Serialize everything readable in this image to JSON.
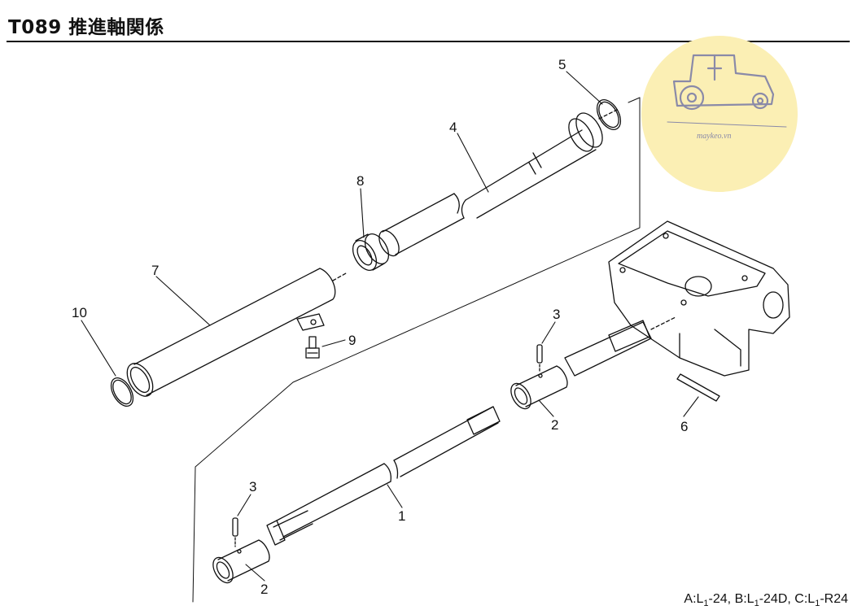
{
  "title": "T089 推進軸関係",
  "footer": {
    "a_prefix": "A:L",
    "a_sub": "1",
    "a_suffix": "-24,",
    "b_prefix": "B:L",
    "b_sub": "1",
    "b_suffix": "-24D,",
    "c_prefix": "C:L",
    "c_sub": "1",
    "c_suffix": "-R24"
  },
  "watermark": {
    "text": "maykeo.vn",
    "icon": "tractor-icon",
    "color": "#fbefb4",
    "line_color": "#8a8aa8"
  },
  "callouts": {
    "c1": "1",
    "c2a": "2",
    "c2b": "2",
    "c3a": "3",
    "c3b": "3",
    "c4": "4",
    "c5": "5",
    "c6": "6",
    "c7": "7",
    "c8": "8",
    "c9": "9",
    "c10": "10"
  }
}
